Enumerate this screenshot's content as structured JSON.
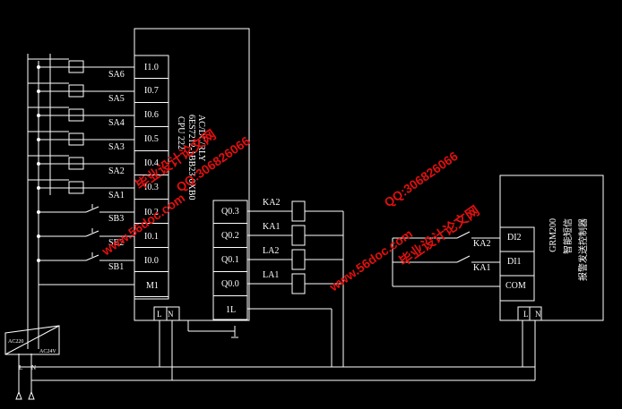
{
  "plc": {
    "inputs": [
      "I1.0",
      "I0.7",
      "I0.6",
      "I0.5",
      "I0.4",
      "I0.3",
      "I0.2",
      "I0.1",
      "I0.0",
      "M1"
    ],
    "outputs": [
      "Q0.3",
      "Q0.2",
      "Q0.1",
      "Q0.0",
      "1L"
    ],
    "model_line1": "CPU 222",
    "model_line2": "6ES7212-1BB23-0XB0",
    "model_line3": "AC/DC/RLY",
    "power_l": "L",
    "power_n": "N"
  },
  "switches": [
    "SA6",
    "SA5",
    "SA4",
    "SA3",
    "SA2",
    "SA1",
    "SB3",
    "SB2",
    "SB1"
  ],
  "coils": [
    "KA2",
    "KA1",
    "LA2",
    "LA1"
  ],
  "controller": {
    "name": "GRM200",
    "line2": "智能短信",
    "line3": "报警发送控制器",
    "terminals": [
      "DI2",
      "DI1",
      "COM"
    ],
    "contacts": [
      "KA2",
      "KA1"
    ],
    "power_l": "L",
    "power_n": "N"
  },
  "psu": {
    "in_label": "AC220",
    "out_label": "AC24V"
  },
  "mains": {
    "l": "L",
    "n": "N"
  },
  "watermarks": {
    "site": "www.56doc.com",
    "brand": "毕业设计论文网",
    "qq": "QQ:306826066"
  },
  "colors": {
    "background": "#000000",
    "wire": "#ffffff",
    "watermark": "#e01010"
  }
}
